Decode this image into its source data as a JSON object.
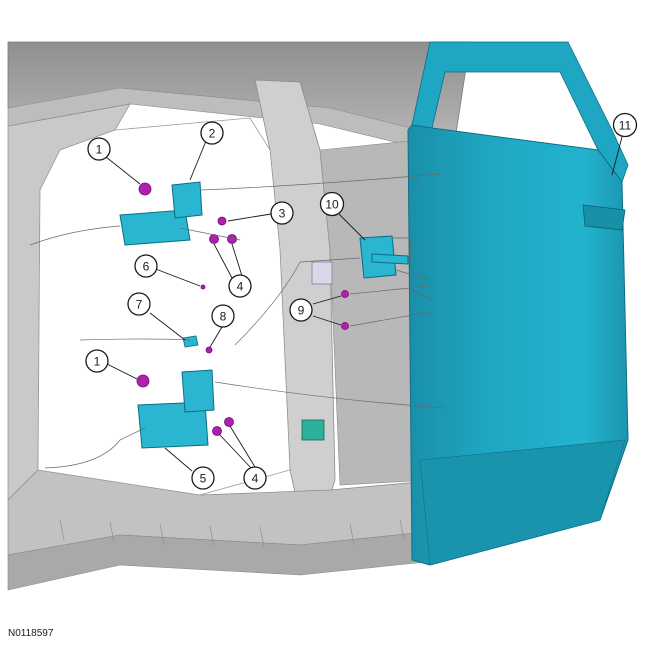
{
  "figure_id": "N0118597",
  "callouts": [
    {
      "id": "c1a",
      "label": "1"
    },
    {
      "id": "c2",
      "label": "2"
    },
    {
      "id": "c3",
      "label": "3"
    },
    {
      "id": "c4a",
      "label": "4"
    },
    {
      "id": "c6",
      "label": "6"
    },
    {
      "id": "c7",
      "label": "7"
    },
    {
      "id": "c8",
      "label": "8"
    },
    {
      "id": "c1b",
      "label": "1"
    },
    {
      "id": "c5",
      "label": "5"
    },
    {
      "id": "c4b",
      "label": "4"
    },
    {
      "id": "c9",
      "label": "9"
    },
    {
      "id": "c10",
      "label": "10"
    },
    {
      "id": "c11",
      "label": "11"
    }
  ],
  "colors": {
    "body": "#c9c9c9",
    "body_dark": "#9a9a9a",
    "door": "#1aa3bf",
    "part": "#2ab5d1",
    "bolt": "#b01fb0"
  }
}
